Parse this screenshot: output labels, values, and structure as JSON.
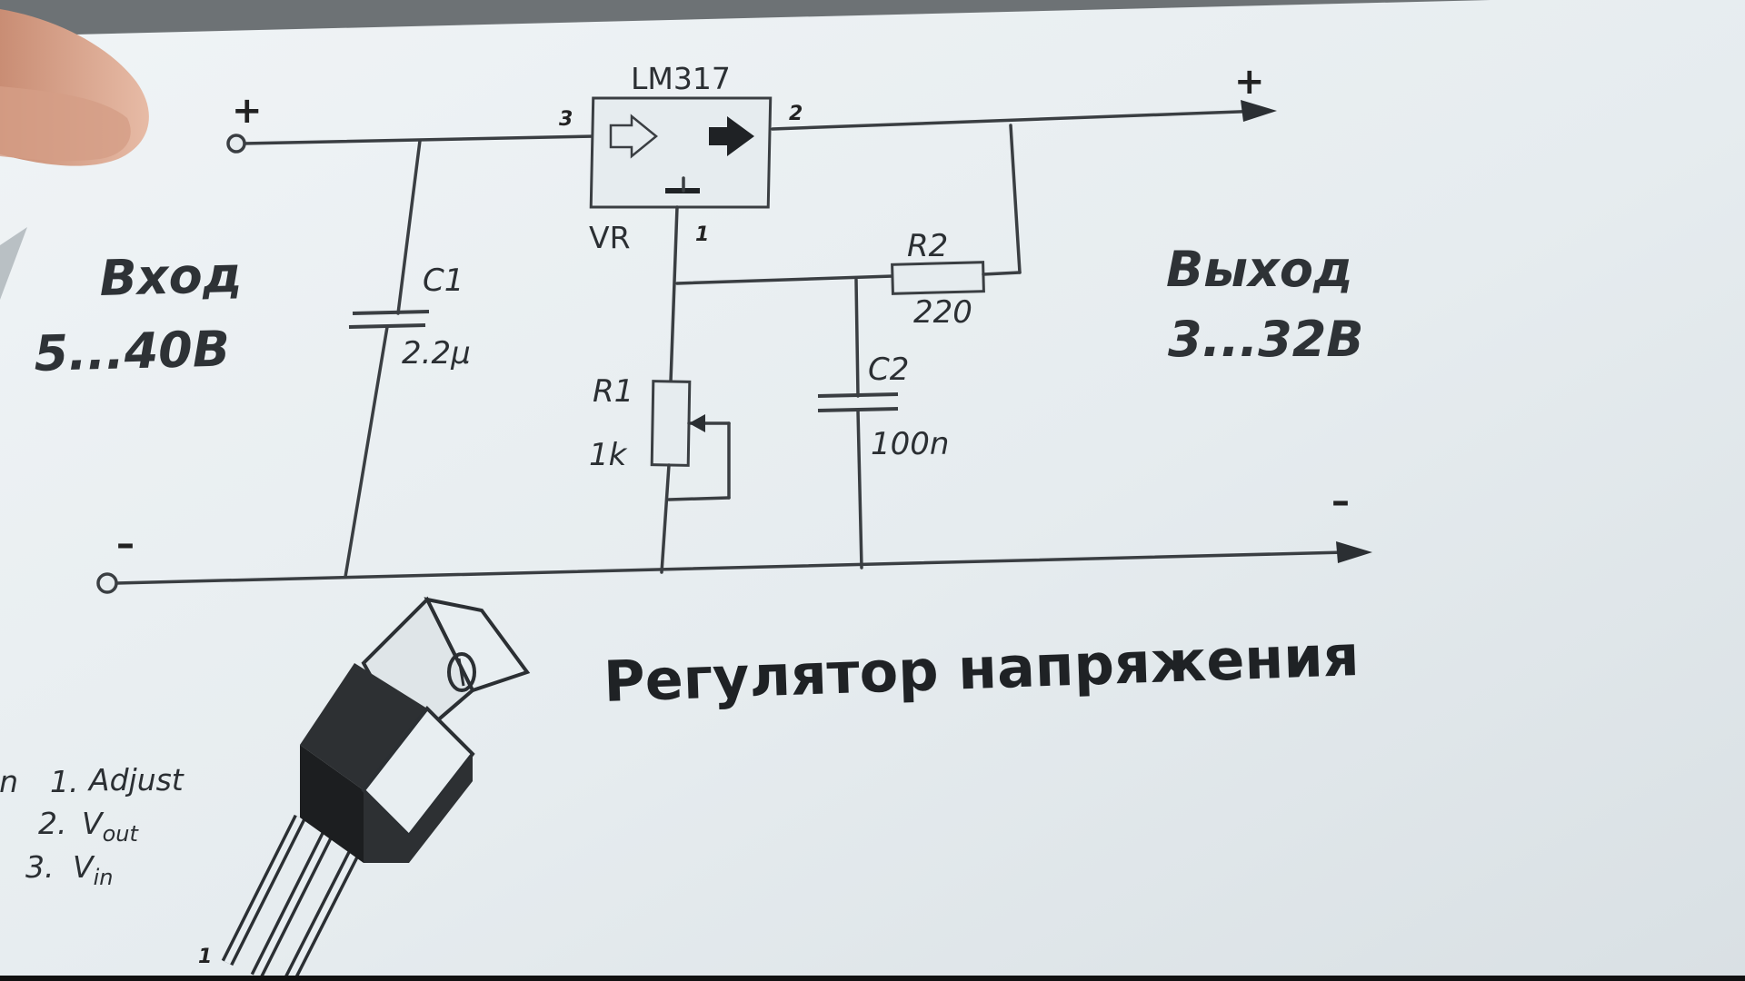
{
  "schematic": {
    "ic_name": "LM317",
    "ic_ref": "VR",
    "pins": {
      "pin3": "3",
      "pin2": "2",
      "pin1": "1"
    },
    "input_plus": "+",
    "input_minus": "–",
    "output_plus": "+",
    "output_minus": "–",
    "c1": {
      "ref": "C1",
      "value": "2.2μ"
    },
    "c2": {
      "ref": "C2",
      "value": "100n"
    },
    "r1": {
      "ref": "R1",
      "value": "1k"
    },
    "r2": {
      "ref": "R2",
      "value": "220"
    }
  },
  "input_label": {
    "title": "Вход",
    "range": "5...40В"
  },
  "output_label": {
    "title": "Выход",
    "range": "3...32В"
  },
  "title": "Регулятор напряжения",
  "pinout": {
    "header": "Pin",
    "items": [
      {
        "num": "1.",
        "name": "Adjust"
      },
      {
        "num": "2.",
        "name": "V",
        "sub": "out"
      },
      {
        "num": "3.",
        "name": "V",
        "sub": "in"
      }
    ],
    "lead_number": "1"
  },
  "colors": {
    "paper": "#e8eef1",
    "ink": "#2b2f33",
    "background": "#6d7275",
    "skin": "#d9a48c"
  }
}
